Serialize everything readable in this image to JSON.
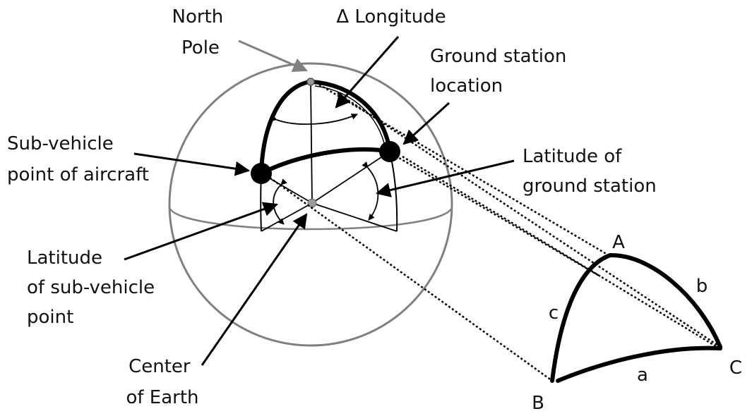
{
  "labels": {
    "north_pole": [
      "North",
      "Pole"
    ],
    "delta_longitude": "Δ Longitude",
    "ground_station_location": [
      "Ground station",
      "location"
    ],
    "sub_vehicle_point": [
      "Sub-vehicle",
      "point of aircraft"
    ],
    "latitude_ground_station": [
      "Latitude of",
      "ground station"
    ],
    "latitude_sub_vehicle": [
      "Latitude",
      "of sub-vehicle",
      "point"
    ],
    "center_of_earth": [
      "Center",
      "of Earth"
    ]
  },
  "triangle": {
    "vertices": {
      "A": "A",
      "B": "B",
      "C": "C"
    },
    "sides": {
      "a": "a",
      "b": "b",
      "c": "c"
    }
  },
  "colors": {
    "sphere_outline": "#808080",
    "strokes": "#000000",
    "north_pole_arrow": "#808080"
  }
}
